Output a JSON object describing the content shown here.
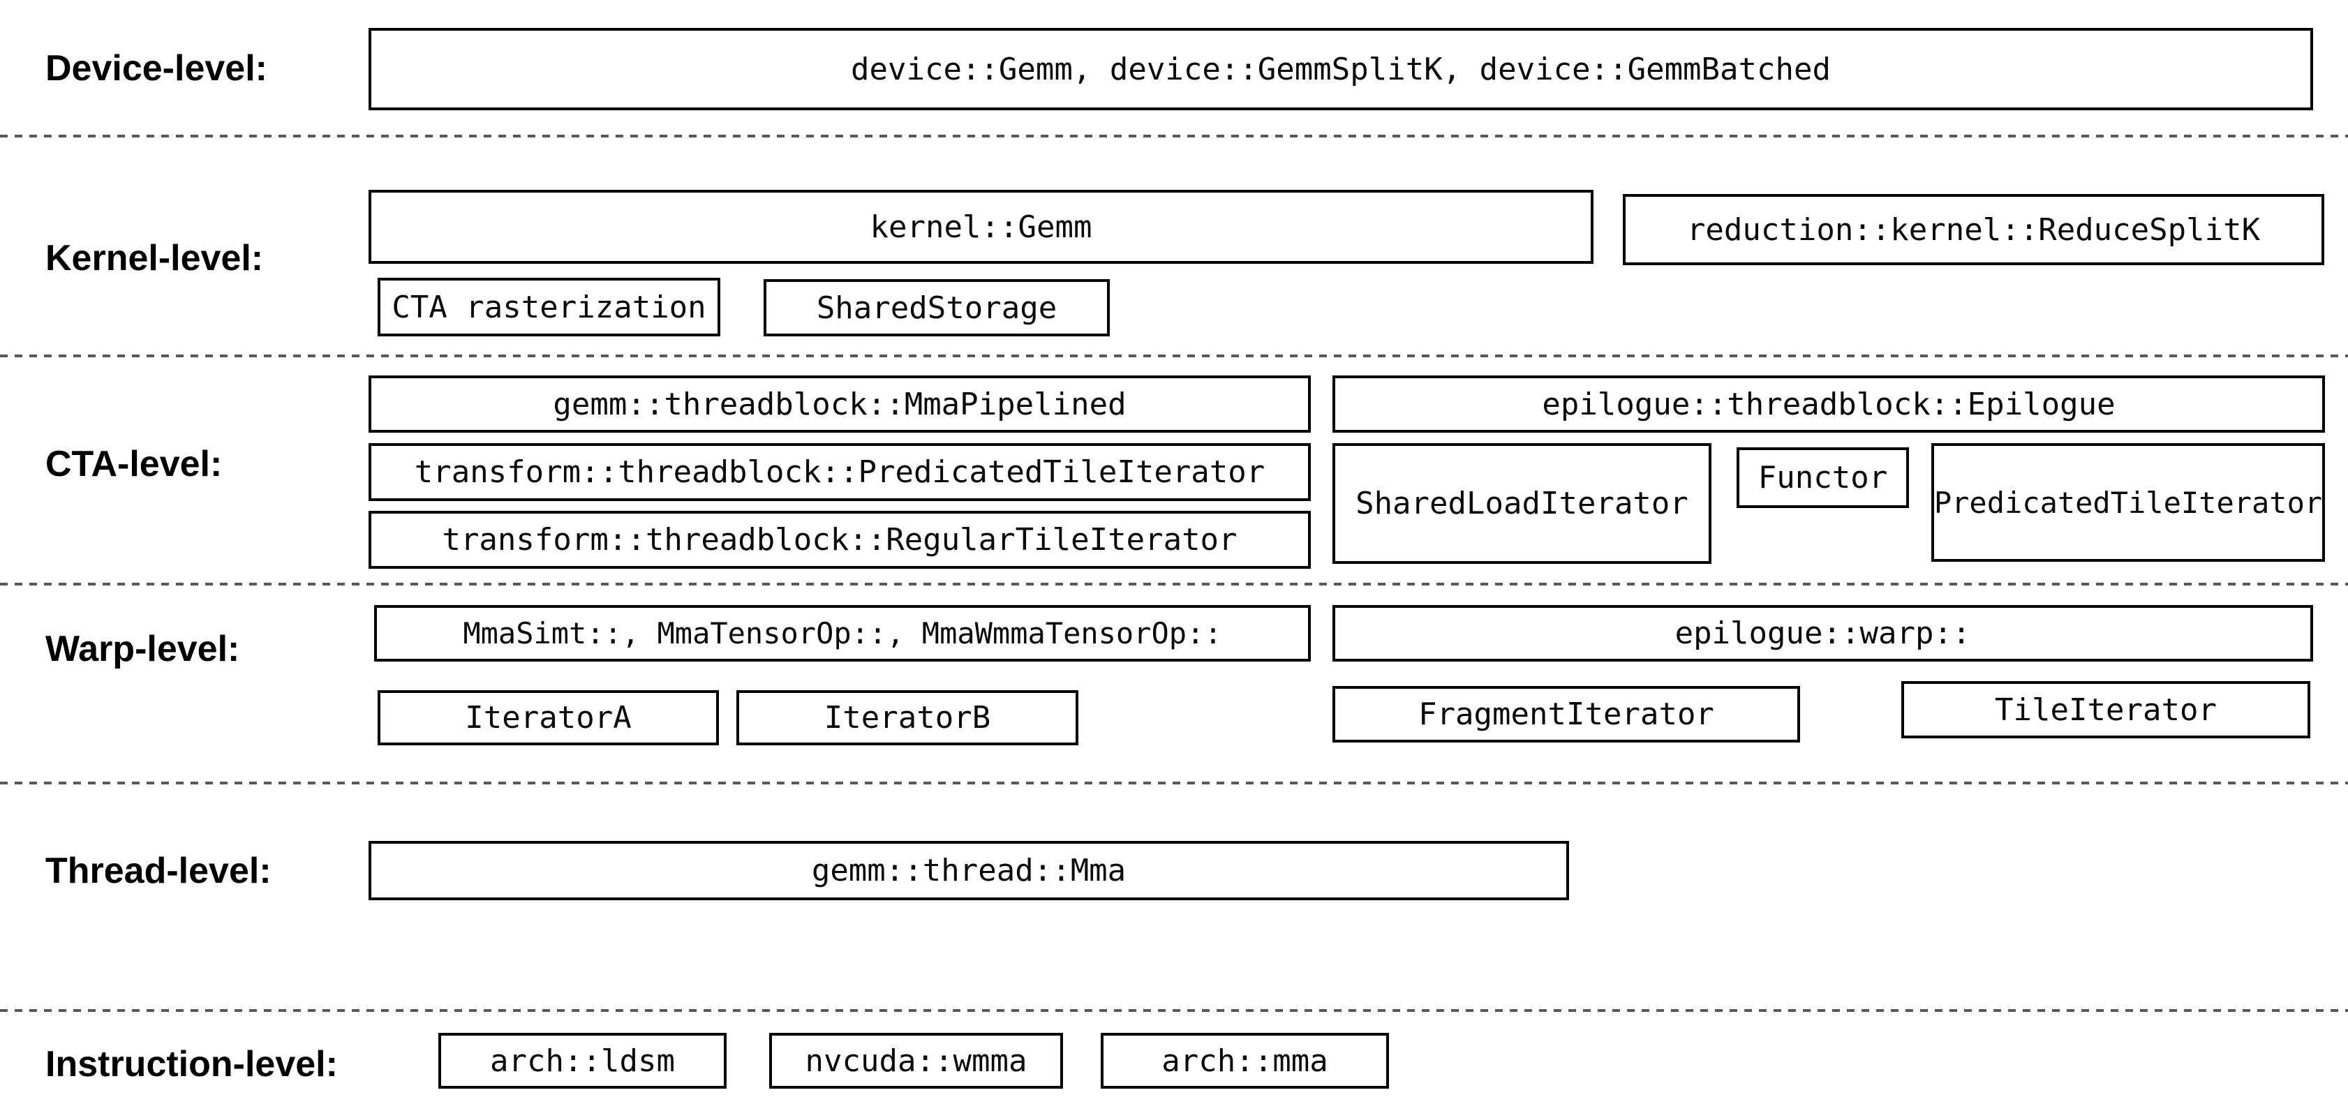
{
  "diagram_title": "GEMM hierarchy levels diagram",
  "colors": {
    "background": "#ffffff",
    "box_border": "#000000",
    "box_text": "#0a0a0a",
    "label_text": "#000000",
    "separator": "#595959"
  },
  "labels": {
    "device": "Device-level:",
    "kernel": "Kernel-level:",
    "cta": "CTA-level:",
    "warp": "Warp-level:",
    "thread": "Thread-level:",
    "instruction": "Instruction-level:"
  },
  "boxes": {
    "device_gemm": "device::Gemm, device::GemmSplitK, device::GemmBatched",
    "kernel_gemm": "kernel::Gemm",
    "reduce_splitk": "reduction::kernel::ReduceSplitK",
    "cta_rasterization": "CTA rasterization",
    "shared_storage": "SharedStorage",
    "mma_pipelined": "gemm::threadblock::MmaPipelined",
    "transform_predicated_tile_iterator": "transform::threadblock::PredicatedTileIterator",
    "transform_regular_tile_iterator": "transform::threadblock::RegularTileIterator",
    "epilogue_threadblock": "epilogue::threadblock::Epilogue",
    "shared_load_iterator": "SharedLoadIterator",
    "functor": "Functor",
    "epilogue_predicated_tile_iterator": "PredicatedTileIterator",
    "warp_mma": "MmaSimt::, MmaTensorOp::, MmaWmmaTensorOp::",
    "iterator_a": "IteratorA",
    "iterator_b": "IteratorB",
    "epilogue_warp": "epilogue::warp::",
    "fragment_iterator": "FragmentIterator",
    "tile_iterator": "TileIterator",
    "thread_mma": "gemm::thread::Mma",
    "arch_ldsm": "arch::ldsm",
    "nvcuda_wmma": "nvcuda::wmma",
    "arch_mma": "arch::mma"
  }
}
